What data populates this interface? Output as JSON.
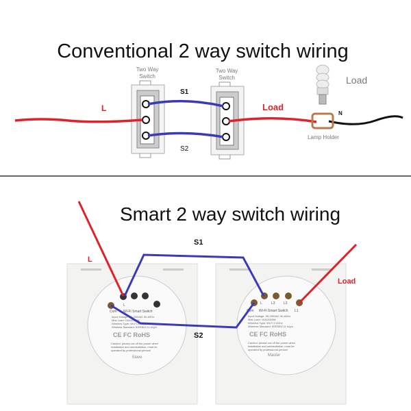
{
  "top": {
    "title": "Conventional 2 way switch wiring",
    "switch_label_line1": "Two Way",
    "switch_label_line2": "Switch",
    "l_label": "L",
    "s1_label": "S1",
    "s2_label": "S2",
    "load_wire_label": "Load",
    "load_label": "Load",
    "n_label": "N",
    "lamp_holder_label": "Lamp Holder"
  },
  "bottom": {
    "title": "Smart 2 way switch wiring",
    "l_label": "L",
    "s1_label": "S1",
    "s2_label": "S2",
    "load_label": "Load",
    "module_title": "Wi-Fi Smart Switch",
    "com_label": "Com",
    "specs": [
      "Input Voltage: 95-250VAC 50-60Hz",
      "Max Load: 10A/2000W",
      "Wireless Type: Wi-Fi 2.4Ghz",
      "Wireless Standard: IEEE802.11 b/g/n"
    ],
    "cert": "CE FC RoHS",
    "caution": [
      "Caution: please cut off the power when",
      "installation and uninstallation, must be",
      "operated by professional person!"
    ],
    "slave": "Slave",
    "master": "Master",
    "terminals_master": [
      "L",
      "L3",
      "L2",
      "L1"
    ],
    "terminal_slave": "L"
  },
  "colors": {
    "live": "#e0202a",
    "switch_wire": "#3a3ab8",
    "neutral": "#111111",
    "lamp_holder": "#b87a4a"
  }
}
